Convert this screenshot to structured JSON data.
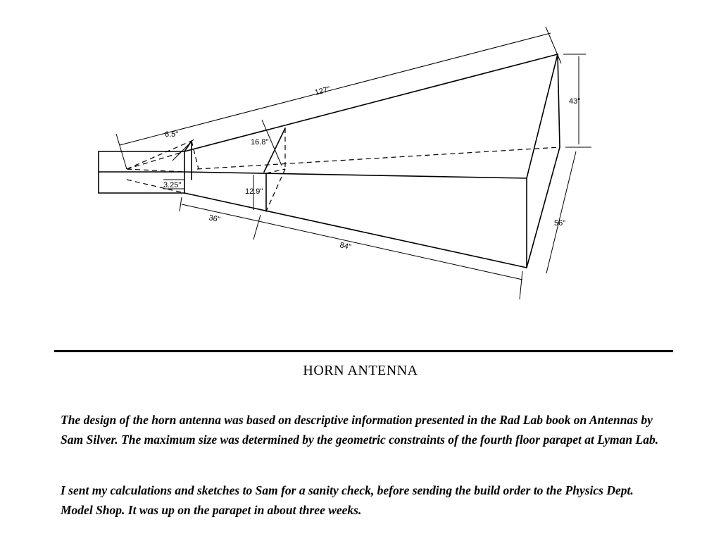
{
  "diagram": {
    "dimensions": {
      "horn_length": "127\"",
      "aperture_height": "43\"",
      "aperture_width": "56\"",
      "throat_width": "6.5\"",
      "throat_height": "3.25\"",
      "mid_width": "16.8\"",
      "mid_height": "12.9\"",
      "section_1_length": "36\"",
      "section_2_length": "84\""
    }
  },
  "caption": {
    "title": "HORN ANTENNA",
    "paragraphs": [
      "The design of the horn antenna was based on descriptive information presented in the Rad Lab book on Antennas by Sam Silver. The maximum size was determined by the geometric constraints of the fourth floor parapet at Lyman Lab.",
      "I sent my calculations and sketches to Sam  for a sanity check, before sending the build order to the Physics Dept. Model Shop. It was up on the parapet in about three weeks."
    ]
  }
}
